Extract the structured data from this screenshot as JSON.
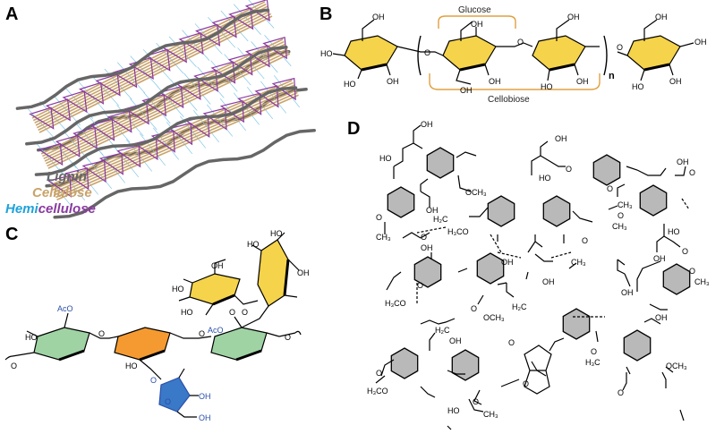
{
  "panels": {
    "a": {
      "label": "A",
      "legend": {
        "lignin": "Lignin",
        "cellulose": "Cellulose",
        "hemi_prefix": "Hemi",
        "hemi_suffix": "cellulose"
      },
      "colors": {
        "lignin": "#666666",
        "cellulose": "#c9a36a",
        "hemi_prefix": "#1fa3d9",
        "hemi": "#8a3aa0"
      }
    },
    "b": {
      "label": "B",
      "glucose_label": "Glucose",
      "cellobiose_label": "Cellobiose",
      "repeat": "n",
      "oh": "OH",
      "ho": "HO",
      "o": "O",
      "colors": {
        "ring": "#f5d34a",
        "bracket": "#e0a040"
      }
    },
    "c": {
      "label": "C",
      "oh": "OH",
      "ho": "HO",
      "o": "O",
      "aco": "AcO",
      "colors": {
        "yellow": "#f5d34a",
        "green": "#9fd3a4",
        "orange": "#f59a30",
        "blue": "#3a78c8"
      }
    },
    "d": {
      "label": "D",
      "oh": "OH",
      "ho": "HO",
      "o": "O",
      "och3": "OCH₃",
      "h3co": "H₃CO",
      "ch3": "CH₃",
      "h3c": "H₃C",
      "h2c": "H₂C",
      "colors": {
        "ring": "#b9b9b9"
      }
    }
  }
}
